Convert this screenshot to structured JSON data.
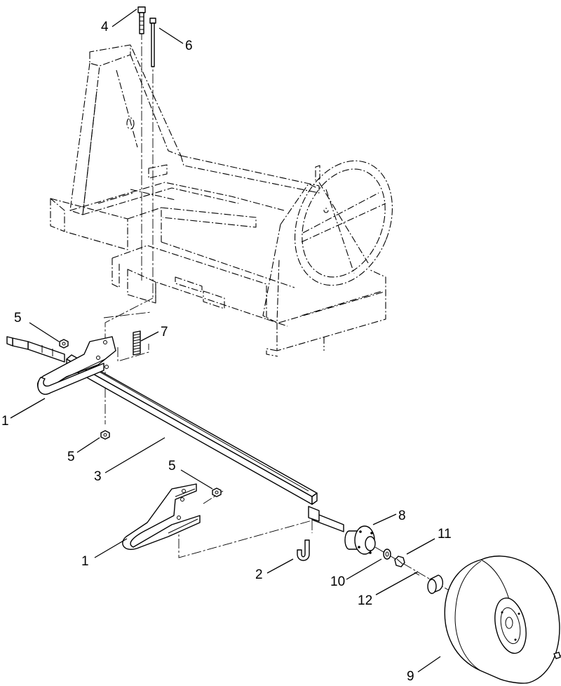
{
  "callouts": [
    {
      "id": "c1a",
      "label": "1"
    },
    {
      "id": "c1b",
      "label": "1"
    },
    {
      "id": "c2",
      "label": "2"
    },
    {
      "id": "c3",
      "label": "3"
    },
    {
      "id": "c4",
      "label": "4"
    },
    {
      "id": "c5a",
      "label": "5"
    },
    {
      "id": "c5b",
      "label": "5"
    },
    {
      "id": "c5c",
      "label": "5"
    },
    {
      "id": "c6",
      "label": "6"
    },
    {
      "id": "c7",
      "label": "7"
    },
    {
      "id": "c8",
      "label": "8"
    },
    {
      "id": "c9",
      "label": "9"
    },
    {
      "id": "c10",
      "label": "10"
    },
    {
      "id": "c11",
      "label": "11"
    },
    {
      "id": "c12",
      "label": "12"
    }
  ]
}
